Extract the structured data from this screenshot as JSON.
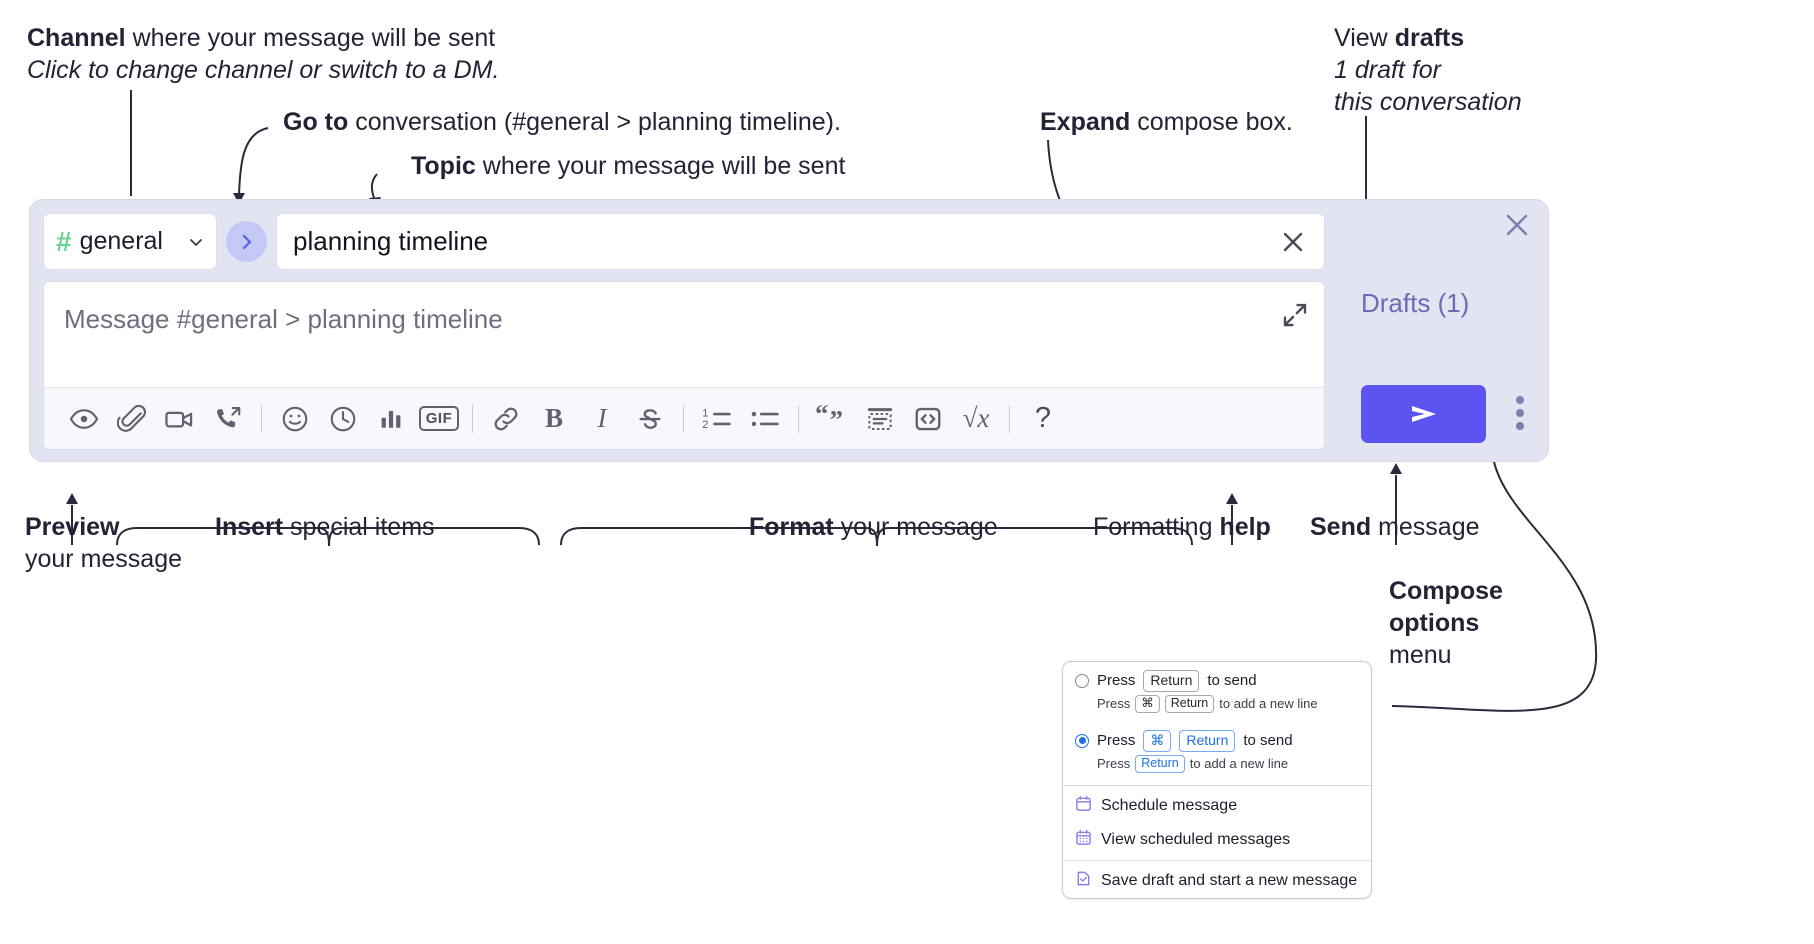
{
  "annotations": {
    "channel": {
      "bold": "Channel",
      "rest": " where your message will be sent",
      "sub": "Click to change channel or switch to a DM."
    },
    "goto": {
      "bold": "Go to",
      "rest": " conversation (#general > planning timeline)."
    },
    "topic": {
      "bold": "Topic",
      "rest": " where your message will be sent"
    },
    "expand": {
      "bold": "Expand",
      "rest": " compose box."
    },
    "drafts": {
      "rest": "View ",
      "bold": "drafts",
      "sub1": "1 draft for",
      "sub2": "this conversation"
    },
    "preview": {
      "bold": "Preview",
      "sub": "your message"
    },
    "insert": {
      "bold": "Insert",
      "rest": " special items"
    },
    "format": {
      "bold": "Format",
      "rest": " your message"
    },
    "help": {
      "rest": "Formatting ",
      "bold": "help"
    },
    "send": {
      "bold": "Send",
      "rest": " message"
    },
    "compose_options": {
      "l1": "Compose",
      "l2": "options",
      "l3": "menu"
    }
  },
  "compose": {
    "channel_button": {
      "hash": "#",
      "name": "general"
    },
    "goto_button_label": "›",
    "topic_value": "planning timeline",
    "message_placeholder": "Message #general > planning timeline",
    "drafts_label": "Drafts (1)",
    "toolbar_icons": [
      {
        "name": "preview-eye-icon",
        "title": "Preview"
      },
      {
        "name": "attachment-paperclip-icon",
        "title": "Attach"
      },
      {
        "name": "video-camera-icon",
        "title": "Video clip"
      },
      {
        "name": "phone-forward-icon",
        "title": "Audio clip"
      },
      {
        "name": "emoji-smiley-icon",
        "title": "Emoji"
      },
      {
        "name": "clock-icon",
        "title": "Reminder"
      },
      {
        "name": "poll-bars-icon",
        "title": "Poll"
      },
      {
        "name": "gif-icon",
        "title": "GIF",
        "label": "GIF"
      },
      {
        "name": "link-icon",
        "title": "Link"
      },
      {
        "name": "bold-icon",
        "title": "Bold",
        "label": "B"
      },
      {
        "name": "italic-icon",
        "title": "Italic",
        "label": "I"
      },
      {
        "name": "strikethrough-icon",
        "title": "Strikethrough",
        "label": "S"
      },
      {
        "name": "ordered-list-icon",
        "title": "Ordered list"
      },
      {
        "name": "bulleted-list-icon",
        "title": "Bulleted list"
      },
      {
        "name": "blockquote-icon",
        "title": "Blockquote",
        "label": "“”"
      },
      {
        "name": "code-block-icon",
        "title": "Code block"
      },
      {
        "name": "inline-code-icon",
        "title": "Code"
      },
      {
        "name": "latex-icon",
        "title": "LaTeX",
        "label": "√x"
      },
      {
        "name": "formatting-help-icon",
        "title": "Formatting help",
        "label": "?"
      }
    ]
  },
  "popover": {
    "option1": {
      "pre": "Press",
      "key": "Return",
      "post": "to send",
      "sub_pre": "Press",
      "sub_key1": "⌘",
      "sub_key2": "Return",
      "sub_post": "to add a new line",
      "selected": false
    },
    "option2": {
      "pre": "Press",
      "key1": "⌘",
      "key2": "Return",
      "post": "to send",
      "sub_pre": "Press",
      "sub_key": "Return",
      "sub_post": "to add a new line",
      "selected": true
    },
    "items": [
      {
        "label": "Schedule message",
        "icon": "calendar-icon"
      },
      {
        "label": "View scheduled messages",
        "icon": "calendar-grid-icon"
      },
      {
        "label": "Save draft and start a new message",
        "icon": "file-check-icon"
      }
    ]
  },
  "colors": {
    "compose_bg": "#e3e4f1",
    "send_button": "#5b54f0",
    "drafts_text": "#6b6bb5",
    "hash_green": "#69d391",
    "goto_circle": "#c3c8f5",
    "radio_blue": "#1a73e8",
    "menu_icon": "#8b7ee8"
  }
}
